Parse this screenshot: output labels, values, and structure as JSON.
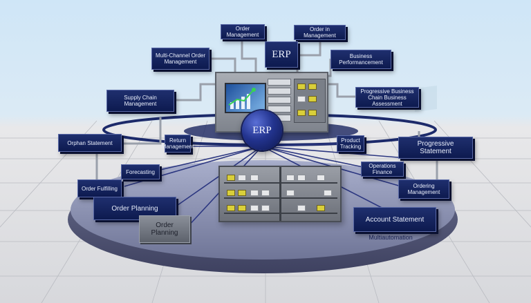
{
  "diagram": {
    "hub_label": "ERP",
    "top_label": "ERP",
    "nodes": [
      {
        "id": "order-management-top",
        "text": "Order Management"
      },
      {
        "id": "order-in-management",
        "text": "Order in Management"
      },
      {
        "id": "multichannel",
        "text": "Multi-Channel Order Management"
      },
      {
        "id": "business-performance",
        "text": "Business Performancement"
      },
      {
        "id": "supply-chain",
        "text": "Supply Chain Management"
      },
      {
        "id": "progressive-business",
        "text": "Progressive Business Chain Business Assessment"
      },
      {
        "id": "orphan-statement",
        "text": "Orphan Statement"
      },
      {
        "id": "return-management",
        "text": "Return Management"
      },
      {
        "id": "product-tracking",
        "text": "Product Tracking"
      },
      {
        "id": "progressive-statement",
        "text": "Progressive Statement"
      },
      {
        "id": "forecasting",
        "text": "Forecasting"
      },
      {
        "id": "operations-finance",
        "text": "Operations Finance"
      },
      {
        "id": "order-fulfilling",
        "text": "Order Fulfilling"
      },
      {
        "id": "ordering-management",
        "text": "Ordering Management"
      },
      {
        "id": "order-planning-1",
        "text": "Order Planning"
      },
      {
        "id": "account-statement",
        "text": "Account Statement"
      },
      {
        "id": "order-planning-2",
        "text": "Order Planning"
      },
      {
        "id": "multiautomation",
        "text": "Multiautomation"
      }
    ]
  },
  "colors": {
    "box_fill": "#0d1a4f",
    "box_text": "#e9eefb",
    "platform": "#8c93b8",
    "sphere": "#23348f",
    "bin_yellow": "#d9cf3a",
    "sky": "#cfe6f7",
    "floor": "#d7d8dc"
  }
}
